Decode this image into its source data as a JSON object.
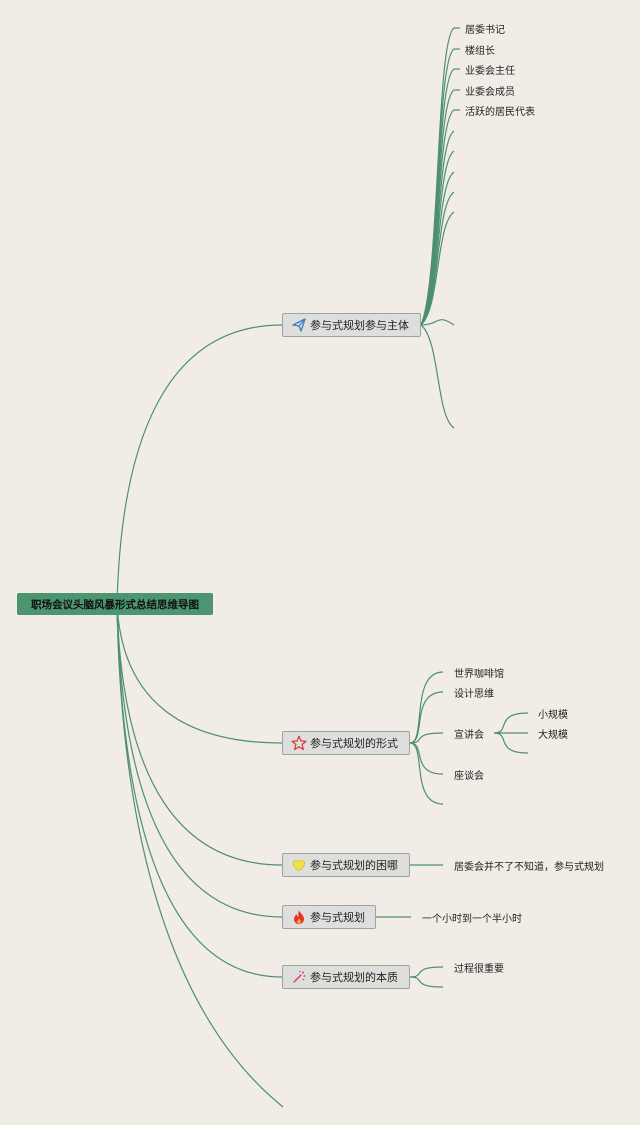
{
  "root": {
    "label": "职场会议头脑风暴形式总结思维导图"
  },
  "colors": {
    "line": "#4e8f72",
    "root_bg": "#4b9670",
    "branch_bg": "#dedfdc",
    "background": "#f1ede6"
  },
  "branches": [
    {
      "label": "参与式规划参与主体",
      "icon": "paper-plane-icon",
      "children": [
        {
          "label": "居委书记"
        },
        {
          "label": "楼组长"
        },
        {
          "label": "业委会主任"
        },
        {
          "label": "业委会成员"
        },
        {
          "label": "活跃的居民代表"
        },
        {
          "label": ""
        },
        {
          "label": ""
        },
        {
          "label": ""
        },
        {
          "label": ""
        },
        {
          "label": ""
        },
        {
          "label": ""
        },
        {
          "label": ""
        }
      ]
    },
    {
      "label": "参与式规划的形式",
      "icon": "star-icon",
      "children": [
        {
          "label": "世界咖啡馆"
        },
        {
          "label": "设计思维"
        },
        {
          "label": "宣讲会",
          "children": [
            {
              "label": "小规模"
            },
            {
              "label": "大规模"
            },
            {
              "label": ""
            }
          ]
        },
        {
          "label": "座谈会"
        },
        {
          "label": ""
        }
      ]
    },
    {
      "label": "参与式规划的困哪",
      "icon": "heart-icon",
      "children": [
        {
          "label": "居委会并不了不知道，参与式规划"
        }
      ]
    },
    {
      "label": "参与式规划",
      "icon": "flame-icon",
      "children": [
        {
          "label": "一个小时到一个半小时"
        }
      ]
    },
    {
      "label": "参与式规划的本质",
      "icon": "sparkle-wand-icon",
      "children": [
        {
          "label": "过程很重要"
        },
        {
          "label": ""
        }
      ]
    },
    {
      "label": "",
      "icon": "",
      "children": []
    }
  ]
}
